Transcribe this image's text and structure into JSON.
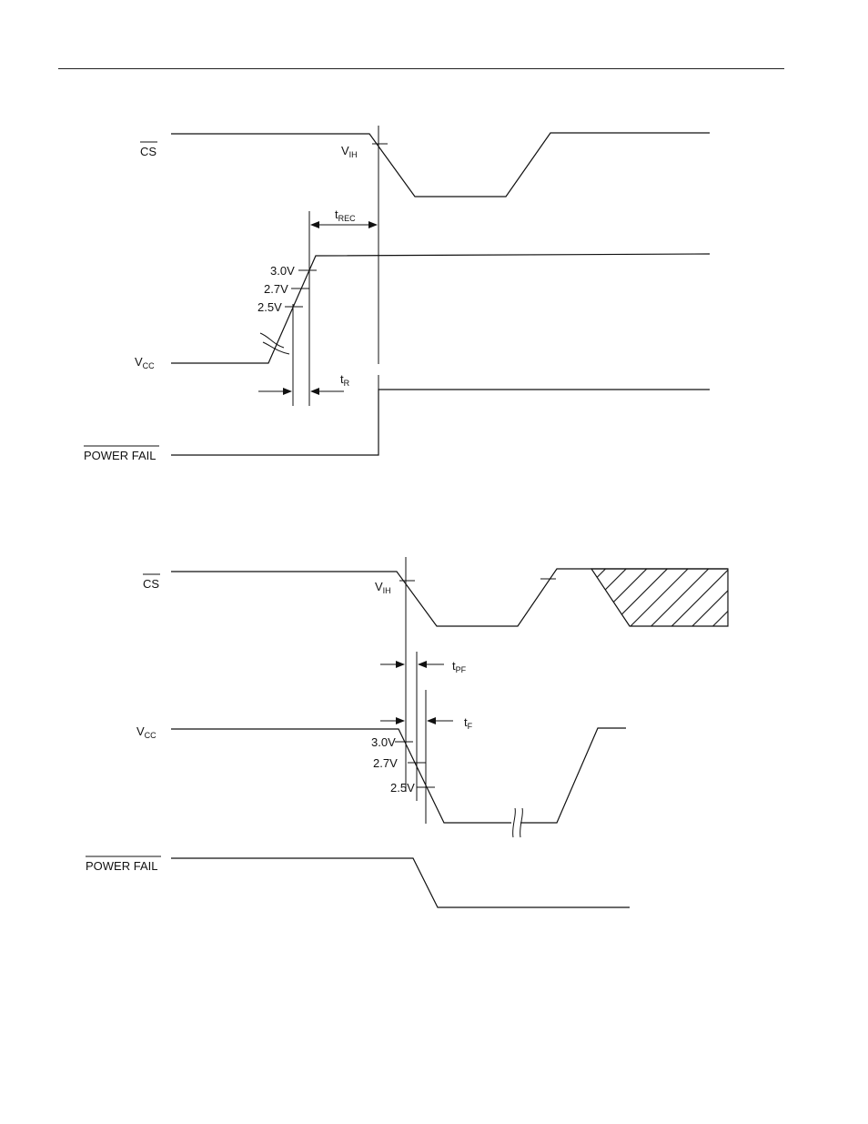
{
  "diagram_top": {
    "signals": {
      "cs": "CS",
      "vcc_main": "V",
      "vcc_sub": "CC",
      "power_fail": "POWER FAIL"
    },
    "labels": {
      "vih_main": "V",
      "vih_sub": "IH",
      "trec_main": "t",
      "trec_sub": "REC",
      "tr_main": "t",
      "tr_sub": "R",
      "v30": "3.0V",
      "v27": "2.7V",
      "v25": "2.5V"
    }
  },
  "diagram_bottom": {
    "signals": {
      "cs": "CS",
      "vcc_main": "V",
      "vcc_sub": "CC",
      "power_fail": "POWER FAIL"
    },
    "labels": {
      "vih_main": "V",
      "vih_sub": "IH",
      "tpf_main": "t",
      "tpf_sub": "PF",
      "tf_main": "t",
      "tf_sub": "F",
      "v30": "3.0V",
      "v27": "2.7V",
      "v25": "2.5V"
    }
  }
}
